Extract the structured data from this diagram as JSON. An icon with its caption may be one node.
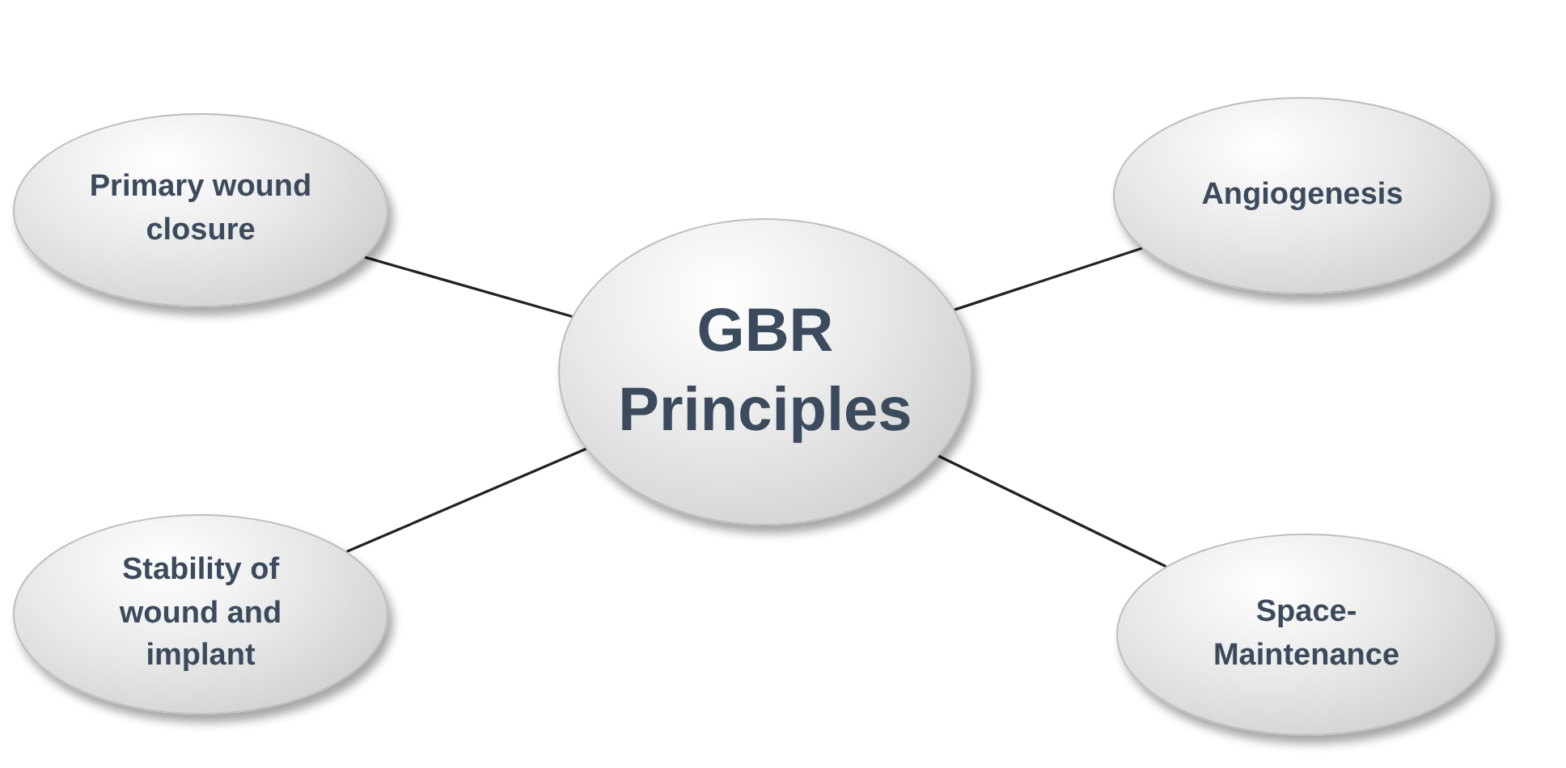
{
  "diagram": {
    "nodes": [
      {
        "text": [
          "Primary wound closure"
        ]
      },
      {
        "text": [
          "Angiogenesis"
        ]
      },
      {
        "text": [
          "GBR Principles"
        ]
      },
      {
        "text": [
          "Stability of wound and implant"
        ]
      },
      {
        "text": [
          "Space-Maintenance"
        ]
      }
    ],
    "edges": [
      {
        "from": 2,
        "to": 0,
        "arrow": "none"
      },
      {
        "from": 2,
        "to": 1,
        "arrow": "none"
      },
      {
        "from": 2,
        "to": 3,
        "arrow": "none"
      },
      {
        "from": 2,
        "to": 4,
        "arrow": "none"
      }
    ]
  }
}
